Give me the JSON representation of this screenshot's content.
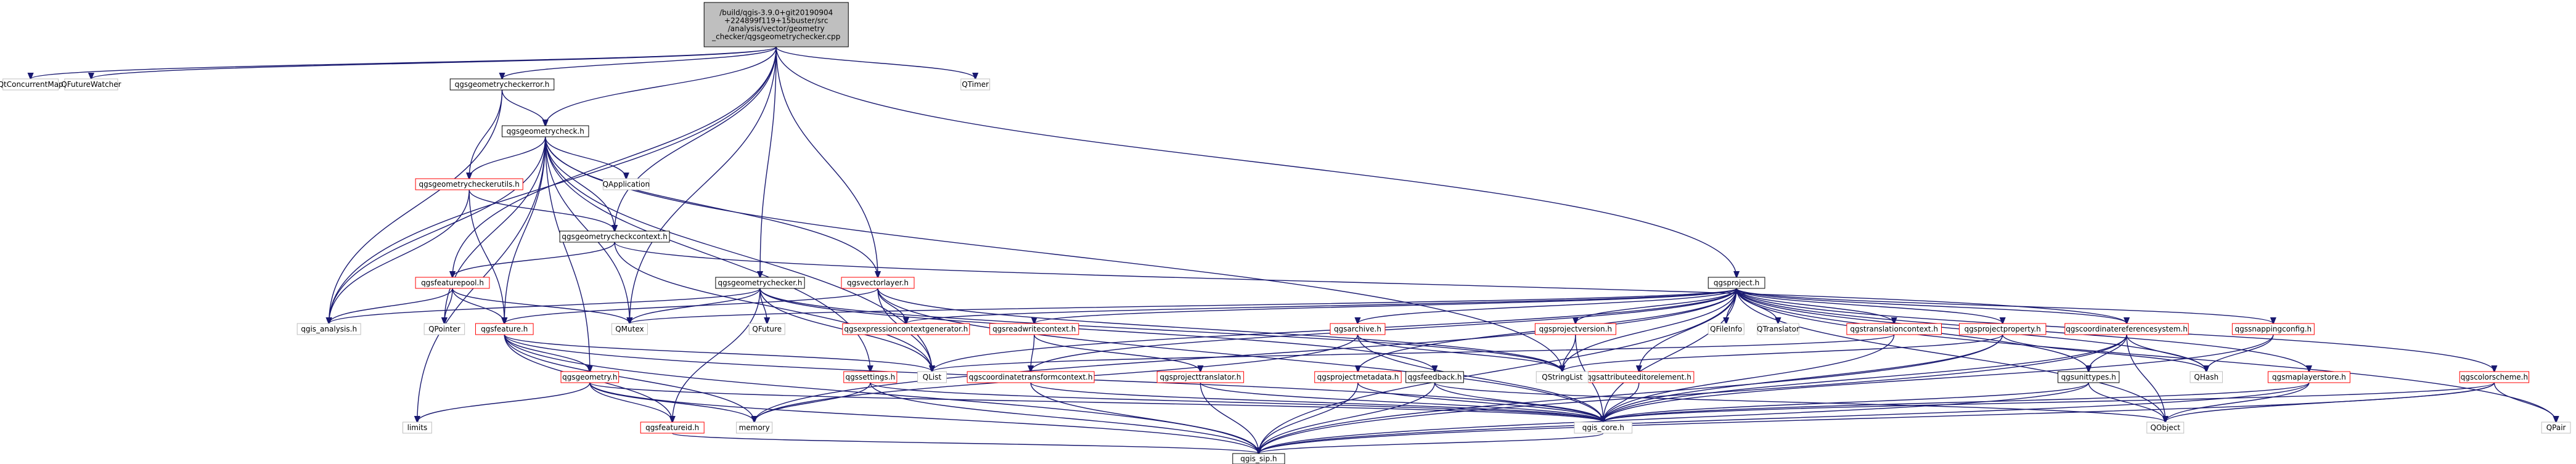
{
  "colors": {
    "edge": "#191970",
    "linked_border": "#ff0000",
    "leaf_border": "#bfbfbf",
    "plain_border": "#000000",
    "root_fill": "#bfbfbf",
    "fill": "#ffffff"
  },
  "nodes": [
    {
      "id": "root",
      "style": "root",
      "label": [
        "/build/qgis-3.9.0+git20190904",
        "+224899f119+15buster/src",
        "/analysis/vector/geometry",
        "_checker/qgsgeometrychecker.cpp"
      ]
    },
    {
      "id": "QtConcurrentMap",
      "style": "leaf",
      "label": [
        "QtConcurrentMap"
      ]
    },
    {
      "id": "QFutureWatcher",
      "style": "leaf",
      "label": [
        "QFutureWatcher"
      ]
    },
    {
      "id": "QTimer",
      "style": "leaf",
      "label": [
        "QTimer"
      ]
    },
    {
      "id": "geomcheckerror",
      "style": "plain",
      "label": [
        "qgsgeometrycheckerror.h"
      ]
    },
    {
      "id": "geomcheck",
      "style": "plain",
      "label": [
        "qgsgeometrycheck.h"
      ]
    },
    {
      "id": "QApplication",
      "style": "leaf",
      "label": [
        "QApplication"
      ]
    },
    {
      "id": "geomcheckerutils",
      "style": "linked",
      "label": [
        "qgsgeometrycheckerutils.h"
      ]
    },
    {
      "id": "geomcheckcontext",
      "style": "plain",
      "label": [
        "qgsgeometrycheckcontext.h"
      ]
    },
    {
      "id": "featurepool",
      "style": "linked",
      "label": [
        "qgsfeaturepool.h"
      ]
    },
    {
      "id": "geomchecker",
      "style": "plain",
      "label": [
        "qgsgeometrychecker.h"
      ]
    },
    {
      "id": "vectorlayer",
      "style": "linked",
      "label": [
        "qgsvectorlayer.h"
      ]
    },
    {
      "id": "qgsproject",
      "style": "plain",
      "label": [
        "qgsproject.h"
      ]
    },
    {
      "id": "qgis_analysis",
      "style": "leaf",
      "label": [
        "qgis_analysis.h"
      ]
    },
    {
      "id": "QPointer",
      "style": "leaf",
      "label": [
        "QPointer"
      ]
    },
    {
      "id": "QMutex",
      "style": "leaf",
      "label": [
        "QMutex"
      ]
    },
    {
      "id": "QFuture",
      "style": "leaf",
      "label": [
        "QFuture"
      ]
    },
    {
      "id": "qgsfeature",
      "style": "linked",
      "label": [
        "qgsfeature.h"
      ]
    },
    {
      "id": "exprctxgen",
      "style": "linked",
      "label": [
        "qgsexpressioncontextgenerator.h"
      ]
    },
    {
      "id": "readwritectx",
      "style": "linked",
      "label": [
        "qgsreadwritecontext.h"
      ]
    },
    {
      "id": "qgsarchive",
      "style": "linked",
      "label": [
        "qgsarchive.h"
      ]
    },
    {
      "id": "projectversion",
      "style": "linked",
      "label": [
        "qgsprojectversion.h"
      ]
    },
    {
      "id": "QFileInfo",
      "style": "leaf",
      "label": [
        "QFileInfo"
      ]
    },
    {
      "id": "QTranslator",
      "style": "leaf",
      "label": [
        "QTranslator"
      ]
    },
    {
      "id": "translationctx",
      "style": "linked",
      "label": [
        "qgstranslationcontext.h"
      ]
    },
    {
      "id": "projectproperty",
      "style": "linked",
      "label": [
        "qgsprojectproperty.h"
      ]
    },
    {
      "id": "coordrefsys",
      "style": "linked",
      "label": [
        "qgscoordinatereferencesystem.h"
      ]
    },
    {
      "id": "snappingconfig",
      "style": "linked",
      "label": [
        "qgssnappingconfig.h"
      ]
    },
    {
      "id": "colorscheme",
      "style": "linked",
      "label": [
        "qgscolorscheme.h"
      ]
    },
    {
      "id": "qgsgeometry",
      "style": "linked",
      "label": [
        "qgsgeometry.h"
      ]
    },
    {
      "id": "qgssettings",
      "style": "linked",
      "label": [
        "qgssettings.h"
      ]
    },
    {
      "id": "coordtransformctx",
      "style": "linked",
      "label": [
        "qgscoordinatetransformcontext.h"
      ]
    },
    {
      "id": "projecttranslator",
      "style": "linked",
      "label": [
        "qgsprojecttranslator.h"
      ]
    },
    {
      "id": "projectmetadata",
      "style": "linked",
      "label": [
        "qgsprojectmetadata.h"
      ]
    },
    {
      "id": "qgsfeedback",
      "style": "plain",
      "label": [
        "qgsfeedback.h"
      ]
    },
    {
      "id": "attreditorelement",
      "style": "linked",
      "label": [
        "qgsattributeeditorelement.h"
      ]
    },
    {
      "id": "qgsunittypes",
      "style": "plain",
      "label": [
        "qgsunittypes.h"
      ]
    },
    {
      "id": "maplayerstore",
      "style": "linked",
      "label": [
        "qgsmaplayerstore.h"
      ]
    },
    {
      "id": "QList",
      "style": "leaf",
      "label": [
        "QList"
      ]
    },
    {
      "id": "QStringList",
      "style": "leaf",
      "label": [
        "QStringList"
      ]
    },
    {
      "id": "QHash",
      "style": "leaf",
      "label": [
        "QHash"
      ]
    },
    {
      "id": "limits",
      "style": "leaf",
      "label": [
        "limits"
      ]
    },
    {
      "id": "memory",
      "style": "leaf",
      "label": [
        "memory"
      ]
    },
    {
      "id": "featureid",
      "style": "linked",
      "label": [
        "qgsfeatureid.h"
      ]
    },
    {
      "id": "qgis_core",
      "style": "leaf",
      "label": [
        "qgis_core.h"
      ]
    },
    {
      "id": "QObject",
      "style": "leaf",
      "label": [
        "QObject"
      ]
    },
    {
      "id": "QPair",
      "style": "leaf",
      "label": [
        "QPair"
      ]
    },
    {
      "id": "qgis_sip",
      "style": "plain",
      "label": [
        "qgis_sip.h"
      ]
    }
  ],
  "edges": [
    [
      "root",
      "QtConcurrentMap"
    ],
    [
      "root",
      "QFutureWatcher"
    ],
    [
      "root",
      "QTimer"
    ],
    [
      "root",
      "geomcheckerror"
    ],
    [
      "root",
      "geomcheck"
    ],
    [
      "root",
      "geomcheckcontext"
    ],
    [
      "root",
      "featurepool"
    ],
    [
      "root",
      "geomchecker"
    ],
    [
      "root",
      "vectorlayer"
    ],
    [
      "root",
      "qgis_analysis"
    ],
    [
      "root",
      "QMutex"
    ],
    [
      "root",
      "qgsproject"
    ],
    [
      "geomcheckerror",
      "geomcheck"
    ],
    [
      "geomcheckerror",
      "geomcheckerutils"
    ],
    [
      "geomcheckerror",
      "qgis_analysis"
    ],
    [
      "geomcheck",
      "QApplication"
    ],
    [
      "geomcheck",
      "geomcheckerutils"
    ],
    [
      "geomcheck",
      "geomcheckcontext"
    ],
    [
      "geomcheck",
      "qgis_analysis"
    ],
    [
      "geomcheck",
      "QPointer"
    ],
    [
      "geomcheck",
      "qgsfeature"
    ],
    [
      "geomcheck",
      "vectorlayer"
    ],
    [
      "geomcheck",
      "QStringList"
    ],
    [
      "geomcheck",
      "QMutex"
    ],
    [
      "geomcheck",
      "limits"
    ],
    [
      "geomcheck",
      "qgsgeometry"
    ],
    [
      "geomcheck",
      "QList"
    ],
    [
      "geomcheck",
      "qgssettings"
    ],
    [
      "geomcheckerutils",
      "qgis_analysis"
    ],
    [
      "geomcheckerutils",
      "qgsfeature"
    ],
    [
      "geomcheckerutils",
      "geomcheckcontext"
    ],
    [
      "geomcheckcontext",
      "featurepool"
    ],
    [
      "geomcheckcontext",
      "QList"
    ],
    [
      "geomcheckcontext",
      "coordrefsys"
    ],
    [
      "featurepool",
      "qgis_analysis"
    ],
    [
      "featurepool",
      "QPointer"
    ],
    [
      "featurepool",
      "QMutex"
    ],
    [
      "featurepool",
      "qgsfeature"
    ],
    [
      "geomchecker",
      "qgis_analysis"
    ],
    [
      "geomchecker",
      "QMutex"
    ],
    [
      "geomchecker",
      "QFuture"
    ],
    [
      "geomchecker",
      "QStringList"
    ],
    [
      "geomchecker",
      "featureid"
    ],
    [
      "geomchecker",
      "qgsfeedback"
    ],
    [
      "geomchecker",
      "QList"
    ],
    [
      "vectorlayer",
      "qgsfeature"
    ],
    [
      "vectorlayer",
      "exprctxgen"
    ],
    [
      "vectorlayer",
      "QStringList"
    ],
    [
      "vectorlayer",
      "QList"
    ],
    [
      "vectorlayer",
      "qgis_core"
    ],
    [
      "qgsproject",
      "readwritectx"
    ],
    [
      "qgsproject",
      "qgsarchive"
    ],
    [
      "qgsproject",
      "projectversion"
    ],
    [
      "qgsproject",
      "QFileInfo"
    ],
    [
      "qgsproject",
      "QTranslator"
    ],
    [
      "qgsproject",
      "translationctx"
    ],
    [
      "qgsproject",
      "projectproperty"
    ],
    [
      "qgsproject",
      "coordrefsys"
    ],
    [
      "qgsproject",
      "snappingconfig"
    ],
    [
      "qgsproject",
      "colorscheme"
    ],
    [
      "qgsproject",
      "maplayerstore"
    ],
    [
      "qgsproject",
      "projectmetadata"
    ],
    [
      "qgsproject",
      "attreditorelement"
    ],
    [
      "qgsproject",
      "qgsunittypes"
    ],
    [
      "qgsproject",
      "QHash"
    ],
    [
      "qgsproject",
      "QStringList"
    ],
    [
      "qgsproject",
      "QList"
    ],
    [
      "qgsproject",
      "QMutex"
    ],
    [
      "qgsproject",
      "exprctxgen"
    ],
    [
      "qgsproject",
      "coordtransformctx"
    ],
    [
      "qgsproject",
      "qgis_core"
    ],
    [
      "qgsproject",
      "qgis_sip"
    ],
    [
      "qgsproject",
      "QObject"
    ],
    [
      "qgsproject",
      "QPair"
    ],
    [
      "qgsproject",
      "memory"
    ],
    [
      "qgsfeature",
      "qgsgeometry"
    ],
    [
      "qgsfeature",
      "featureid"
    ],
    [
      "qgsfeature",
      "memory"
    ],
    [
      "qgsfeature",
      "QList"
    ],
    [
      "qgsfeature",
      "qgis_core"
    ],
    [
      "qgsfeature",
      "qgis_sip"
    ],
    [
      "qgsgeometry",
      "limits"
    ],
    [
      "qgsgeometry",
      "memory"
    ],
    [
      "qgsgeometry",
      "featureid"
    ],
    [
      "qgsgeometry",
      "qgis_core"
    ],
    [
      "qgsgeometry",
      "qgis_sip"
    ],
    [
      "qgssettings",
      "memory"
    ],
    [
      "qgssettings",
      "qgis_core"
    ],
    [
      "qgssettings",
      "qgis_sip"
    ],
    [
      "readwritectx",
      "coordtransformctx"
    ],
    [
      "readwritectx",
      "projecttranslator"
    ],
    [
      "qgsarchive",
      "QStringList"
    ],
    [
      "qgsarchive",
      "memory"
    ],
    [
      "qgsarchive",
      "qgis_core"
    ],
    [
      "projectversion",
      "QStringList"
    ],
    [
      "projectversion",
      "qgis_core"
    ],
    [
      "translationctx",
      "QList"
    ],
    [
      "translationctx",
      "qgis_core"
    ],
    [
      "projectproperty",
      "QHash"
    ],
    [
      "projectproperty",
      "QStringList"
    ],
    [
      "projectproperty",
      "qgis_core"
    ],
    [
      "projectproperty",
      "qgis_sip"
    ],
    [
      "coordrefsys",
      "qgsunittypes"
    ],
    [
      "coordrefsys",
      "QHash"
    ],
    [
      "coordrefsys",
      "qgis_core"
    ],
    [
      "coordrefsys",
      "QObject"
    ],
    [
      "coordrefsys",
      "qgis_sip"
    ],
    [
      "snappingconfig",
      "QHash"
    ],
    [
      "snappingconfig",
      "qgis_core"
    ],
    [
      "colorscheme",
      "qgis_core"
    ],
    [
      "colorscheme",
      "QObject"
    ],
    [
      "colorscheme",
      "QPair"
    ],
    [
      "colorscheme",
      "qgis_sip"
    ],
    [
      "coordtransformctx",
      "qgis_core"
    ],
    [
      "coordtransformctx",
      "qgis_sip"
    ],
    [
      "projecttranslator",
      "qgis_core"
    ],
    [
      "projecttranslator",
      "qgis_sip"
    ],
    [
      "projectmetadata",
      "qgis_core"
    ],
    [
      "projectmetadata",
      "qgis_sip"
    ],
    [
      "qgsfeedback",
      "QObject"
    ],
    [
      "qgsfeedback",
      "qgis_core"
    ],
    [
      "qgsfeedback",
      "qgis_sip"
    ],
    [
      "attreditorelement",
      "qgis_core"
    ],
    [
      "qgsunittypes",
      "QObject"
    ],
    [
      "qgsunittypes",
      "qgis_core"
    ],
    [
      "qgsunittypes",
      "qgis_sip"
    ],
    [
      "maplayerstore",
      "qgis_core"
    ],
    [
      "maplayerstore",
      "QObject"
    ],
    [
      "maplayerstore",
      "qgis_sip"
    ],
    [
      "featureid",
      "qgis_sip"
    ],
    [
      "qgis_core",
      "qgis_sip"
    ]
  ]
}
